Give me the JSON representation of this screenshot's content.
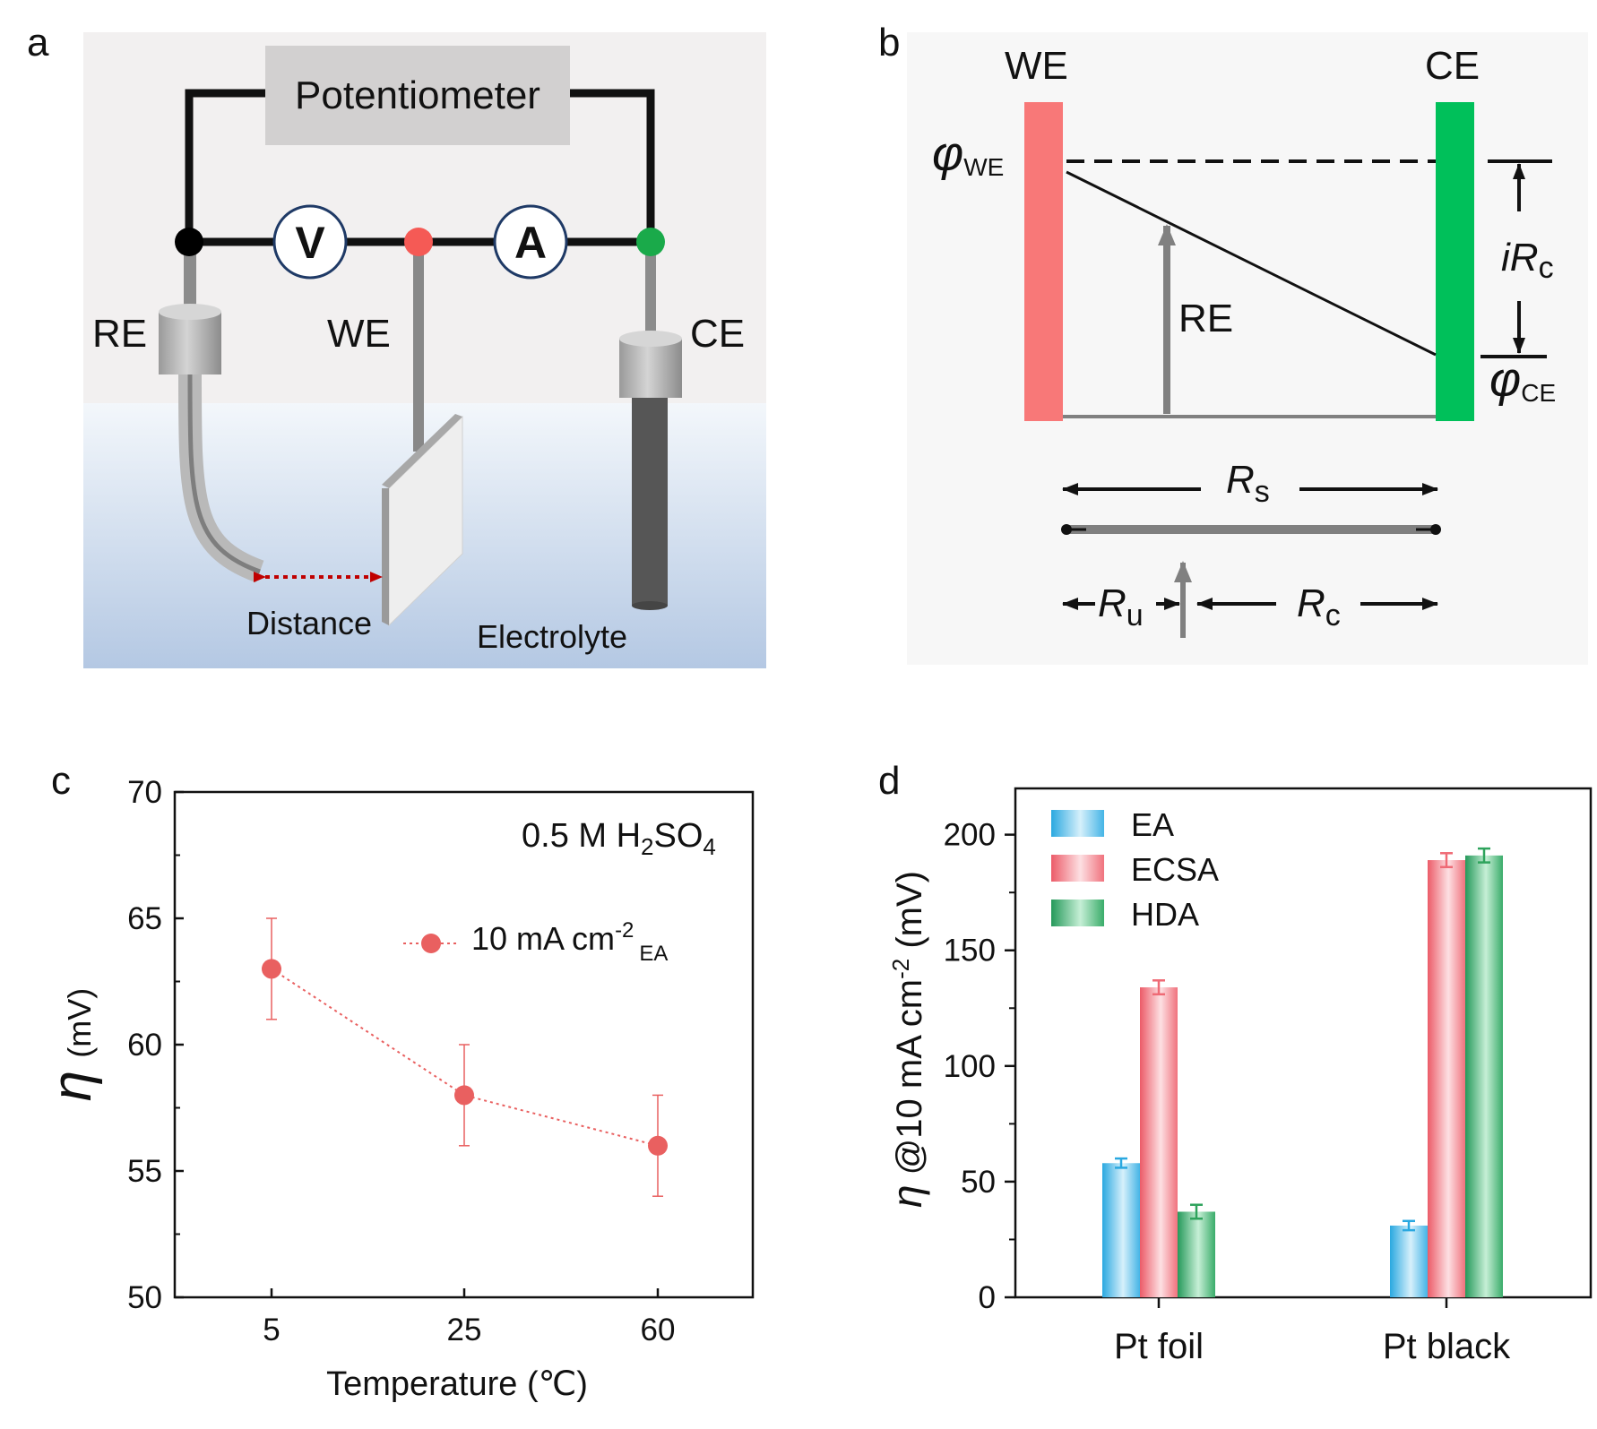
{
  "panels": {
    "a": {
      "letter": "a",
      "potentiometer": "Potentiometer",
      "voltmeter": "V",
      "ammeter": "A",
      "re": "RE",
      "we": "WE",
      "ce": "CE",
      "distance": "Distance",
      "electrolyte": "Electrolyte"
    },
    "b": {
      "letter": "b",
      "we": "WE",
      "ce": "CE",
      "re": "RE",
      "phi_we": "φ",
      "phi_we_sub": "WE",
      "phi_ce": "φ",
      "phi_ce_sub": "CE",
      "irc_i": "iR",
      "irc_sub": "c",
      "rs": "R",
      "rs_sub": "s",
      "ru": "R",
      "ru_sub": "u",
      "rc": "R",
      "rc_sub": "c"
    },
    "c": {
      "letter": "c"
    },
    "d": {
      "letter": "d"
    }
  },
  "colors": {
    "we_bar": "#f87878",
    "ce_bar": "#00c05a",
    "red_point": "#e96060",
    "green_node": "#1aaa4a",
    "ea": "#2aa8e0",
    "ecsa": "#ef6a75",
    "hda": "#2ea35c"
  },
  "chart_data": [
    {
      "type": "line",
      "panel": "c",
      "annotation": "0.5 M H₂SO₄",
      "annotation_parts": [
        "0.5 M H",
        "2",
        "SO",
        "4"
      ],
      "xlabel": "Temperature (℃)",
      "ylabel": "η (mV)",
      "ylabel_symbol": "η",
      "ylabel_unit": "(mV)",
      "categories": [
        "5",
        "25",
        "60"
      ],
      "ylim": [
        50,
        70
      ],
      "yticks": [
        50,
        55,
        60,
        65,
        70
      ],
      "grid": false,
      "legend_position": "upper-right",
      "series": [
        {
          "name": "10 mA cm⁻² EA",
          "name_parts": [
            "10 mA cm",
            "-2",
            "EA"
          ],
          "values": [
            63,
            58,
            56
          ],
          "errors": [
            2,
            2,
            2
          ]
        }
      ]
    },
    {
      "type": "bar",
      "panel": "d",
      "categories": [
        "Pt foil",
        "Pt black"
      ],
      "ylabel": "η @10 mA cm⁻² (mV)",
      "ylabel_parts": [
        "η",
        " @10 mA cm",
        "-2",
        " (mV)"
      ],
      "ylim": [
        0,
        220
      ],
      "yticks": [
        0,
        50,
        100,
        150,
        200
      ],
      "grid": false,
      "legend_position": "upper-left",
      "series": [
        {
          "name": "EA",
          "values": [
            58,
            31
          ],
          "errors": [
            2,
            2
          ]
        },
        {
          "name": "ECSA",
          "values": [
            134,
            189
          ],
          "errors": [
            3,
            3
          ]
        },
        {
          "name": "HDA",
          "values": [
            37,
            191
          ],
          "errors": [
            3,
            3
          ]
        }
      ]
    }
  ]
}
